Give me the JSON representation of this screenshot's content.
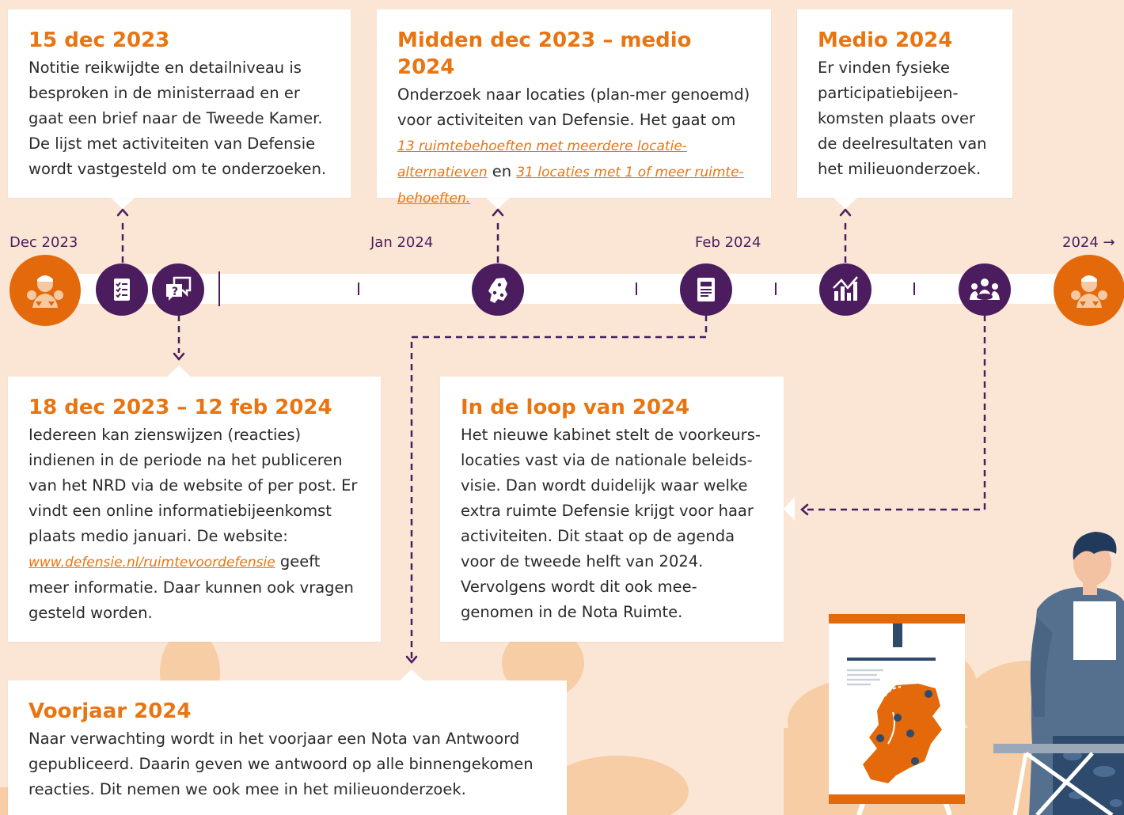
{
  "timeline": {
    "label_dec2023": "Dec 2023",
    "label_jan2024": "Jan 2024",
    "label_feb2024": "Feb 2024",
    "label_2024": "2024 →"
  },
  "cards": {
    "dec15": {
      "title": "15 dec 2023",
      "body": "Notitie reikwijdte en detailniveau is besproken in de ministerraad en er gaat een brief naar de Tweede Kamer. De lijst met activiteiten van Defensie wordt vastgesteld om te onderzoeken."
    },
    "midden": {
      "title": "Midden dec 2023 – medio 2024",
      "body_start": "Onderzoek naar locaties (plan-mer genoemd) voor activiteiten van Defensie. Het gaat om",
      "link1": "13 ruimtebehoeften met meerdere locatie-alternatieven",
      "connector": "en",
      "link2": "31 locaties met 1 of meer ruimte-behoeften."
    },
    "medio": {
      "title": "Medio 2024",
      "body": "Er vinden fysieke participatiebijeen-komsten plaats over de deelresultaten van het milieuonderzoek."
    },
    "zienswijzen": {
      "title": "18 dec 2023 – 12 feb 2024",
      "body_start": "Iedereen kan zienswijzen (reacties) indienen in de periode na het publiceren van het NRD via de website of per post. Er vindt een online informatiebijeenkomst plaats medio januari. De website:",
      "link": "www.defensie.nl/ruimtevoordefensie",
      "body_end": "geeft meer informatie. Daar kunnen ook vragen gesteld worden."
    },
    "loop2024": {
      "title": "In de loop van 2024",
      "body": "Het nieuwe kabinet stelt de voorkeurs-locaties vast via de nationale beleids-visie. Dan wordt duidelijk waar welke extra ruimte Defensie krijgt voor haar activiteiten. Dit staat op de agenda voor de tweede helft van 2024. Vervolgens wordt dit ook mee-genomen in de Nota Ruimte."
    },
    "voorjaar": {
      "title": "Voorjaar 2024",
      "body": "Naar verwachting wordt in het voorjaar een Nota van Antwoord gepubliceerd. Daarin geven we antwoord op alle binnengekomen reacties. Dit nemen we ook mee in het milieuonderzoek."
    }
  },
  "icons": {
    "start": "soldiers-icon",
    "checklist": "checklist-document-icon",
    "questions": "question-bubbles-icon",
    "map": "netherlands-map-icon",
    "document": "document-icon",
    "chart": "chart-icon",
    "meeting": "meeting-icon",
    "end": "soldiers-icon"
  },
  "colors": {
    "background": "#fbe6d5",
    "accent": "#e87511",
    "purple": "#4b1d5e",
    "node_orange": "#e3690a",
    "cloud": "#f6cda5"
  }
}
